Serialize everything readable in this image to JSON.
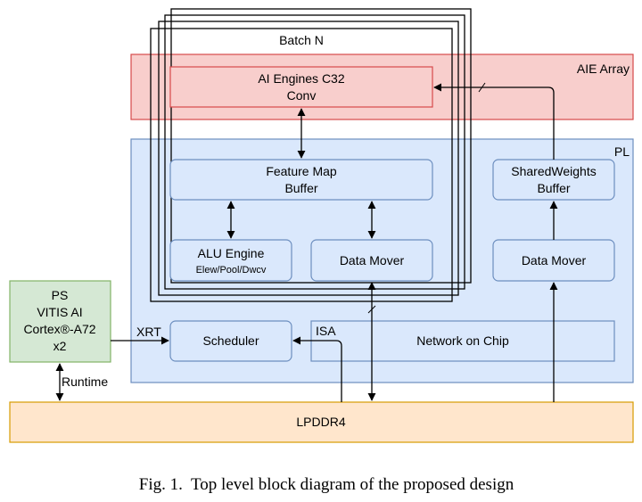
{
  "diagram": {
    "batch_label": "Batch N",
    "aie_array": {
      "label": "AIE Array",
      "engines_line1": "AI Engines C32",
      "engines_line2": "Conv"
    },
    "pl": {
      "label": "PL",
      "feature_map_line1": "Feature Map",
      "feature_map_line2": "Buffer",
      "alu_line1": "ALU Engine",
      "alu_line2": "Elew/Pool/Dwcv",
      "data_mover_inner": "Data Mover",
      "shared_line1": "SharedWeights",
      "shared_line2": "Buffer",
      "data_mover_right": "Data Mover",
      "scheduler": "Scheduler",
      "isa": "ISA",
      "noc": "Network on Chip"
    },
    "ps": {
      "line1": "PS",
      "line2": "VITIS AI",
      "line3": "Cortex®-A72",
      "line4": "x2"
    },
    "xrt_label": "XRT",
    "runtime_label": "Runtime",
    "lpddr": "LPDDR4",
    "caption": "Fig. 1.  Top level block diagram of the proposed design"
  },
  "colors": {
    "aie_fill": "#f8cecc",
    "aie_stroke": "#d6494a",
    "pl_fill": "#dae8fc",
    "pl_stroke": "#6c8ebf",
    "ps_fill": "#d5e8d4",
    "ps_stroke": "#82b366",
    "ddr_fill": "#ffe6cc",
    "ddr_stroke": "#d79b00"
  }
}
